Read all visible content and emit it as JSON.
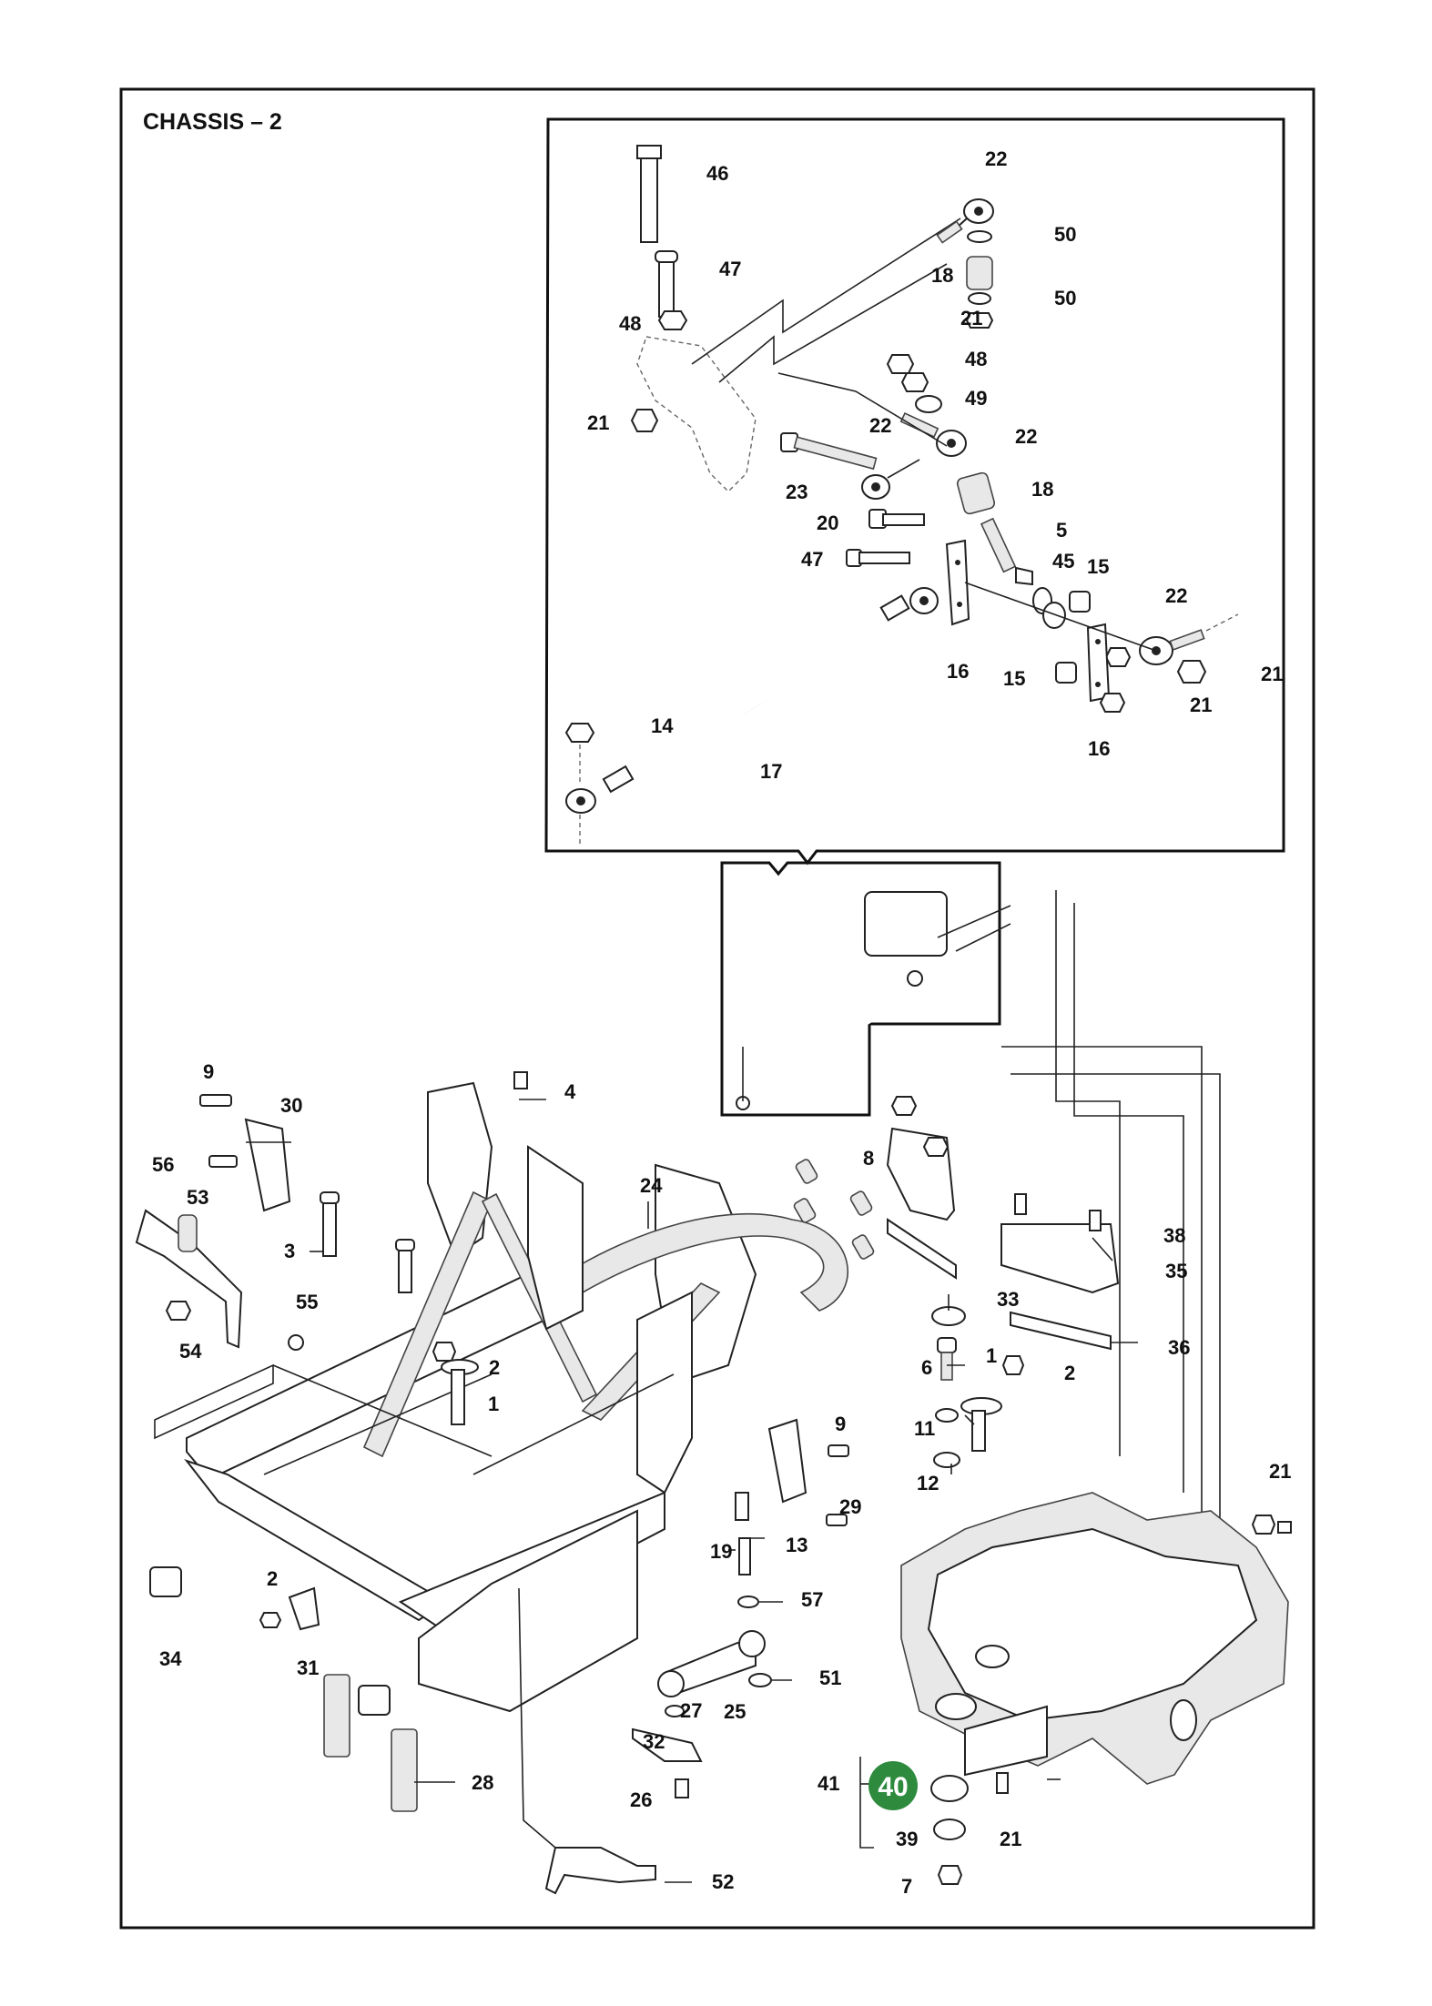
{
  "title": "CHASSIS – 2",
  "highlight": {
    "label": "40",
    "color": "#2e8b3e"
  },
  "inset_labels": [
    "46",
    "47",
    "48",
    "21",
    "22",
    "50",
    "18",
    "50",
    "21",
    "48",
    "49",
    "22",
    "22",
    "23",
    "18",
    "20",
    "5",
    "47",
    "45",
    "15",
    "22",
    "16",
    "15",
    "21",
    "21",
    "14",
    "17",
    "16"
  ],
  "main_labels": [
    "9",
    "30",
    "4",
    "56",
    "53",
    "24",
    "8",
    "3",
    "38",
    "35",
    "55",
    "54",
    "2",
    "33",
    "36",
    "1",
    "6",
    "1",
    "2",
    "11",
    "9",
    "12",
    "29",
    "13",
    "19",
    "21",
    "57",
    "2",
    "34",
    "31",
    "51",
    "25",
    "27",
    "32",
    "41",
    "40",
    "28",
    "26",
    "39",
    "21",
    "52",
    "7"
  ],
  "colors": {
    "ink": "#111111",
    "highlight": "#2e8b3e"
  }
}
